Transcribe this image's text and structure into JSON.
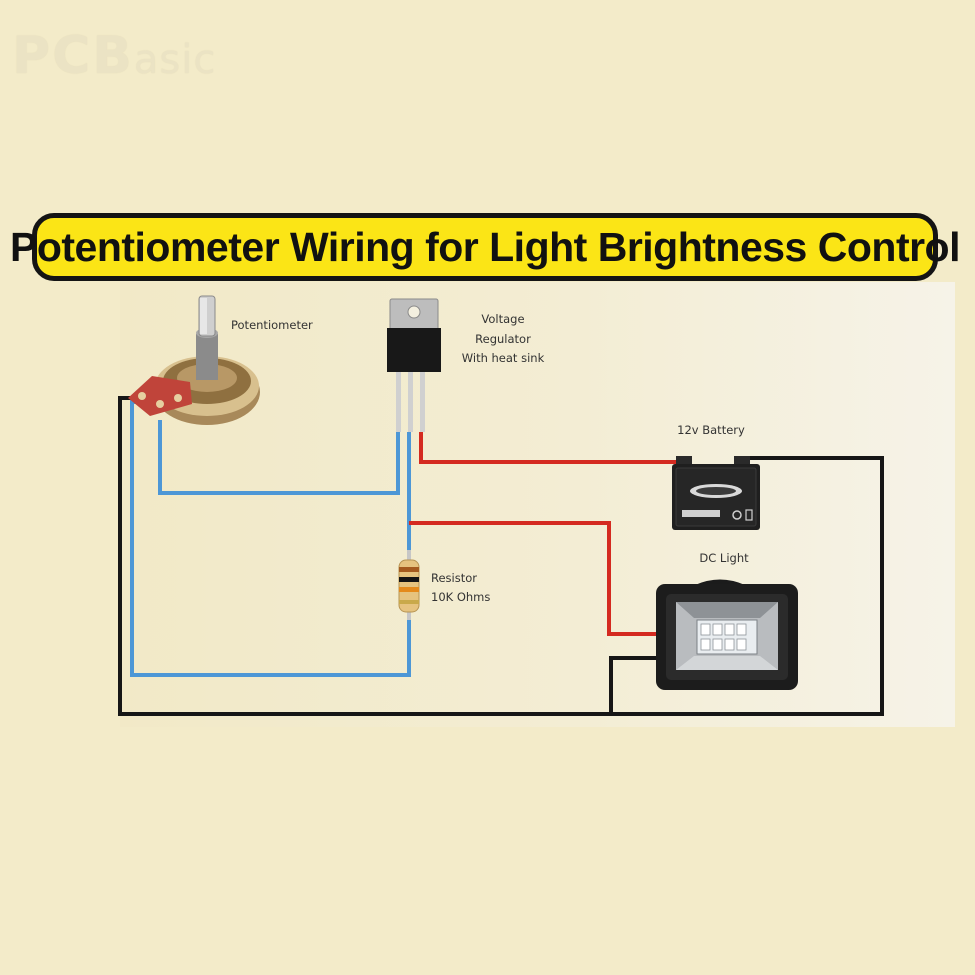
{
  "watermark": {
    "primary": "PCB",
    "secondary": "asic"
  },
  "title": "Potentiometer Wiring for Light Brightness Control",
  "labels": {
    "potentiometer": "Potentiometer",
    "regulator_line1": "Voltage",
    "regulator_line2": "Regulator",
    "regulator_line3": "With heat sink",
    "battery": "12v Battery",
    "light": "DC Light",
    "resistor_line1": "Resistor",
    "resistor_line2": "10K Ohms"
  },
  "colors": {
    "background": "#f3ebc9",
    "title_fill": "#fbe516",
    "title_border": "#141414",
    "wire_blue": "#4d97d6",
    "wire_red": "#d42a20",
    "wire_black": "#161616"
  }
}
